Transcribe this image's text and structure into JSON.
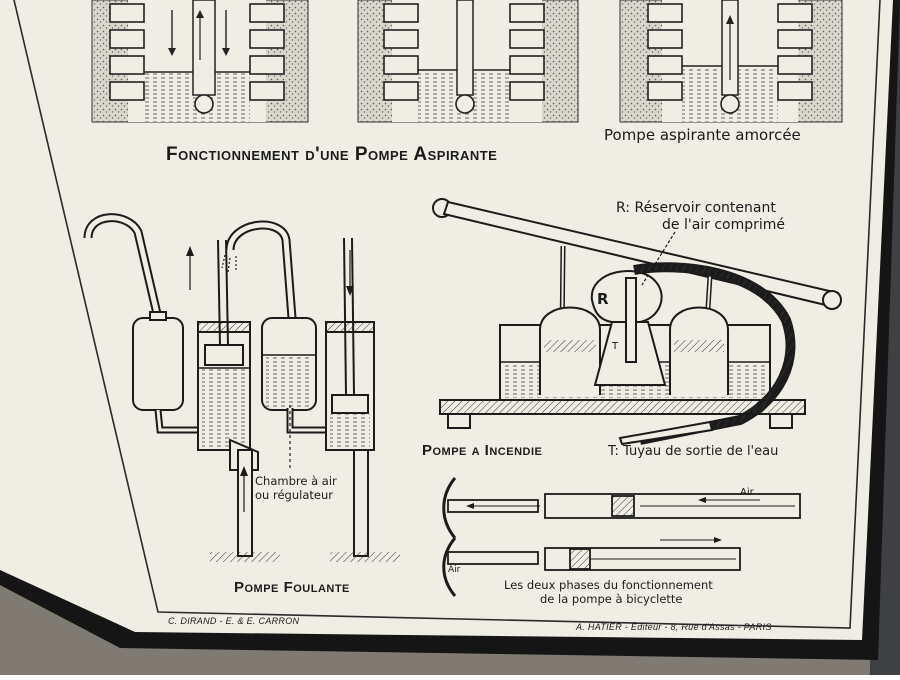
{
  "poster": {
    "title": "Fonctionnement d'une Pompe Aspirante",
    "top_caption": "Pompe aspirante amorcée",
    "fire_pump": {
      "title": "Pompe a Incendie",
      "reservoir_line1": "R: Réservoir contenant",
      "reservoir_line2": "de l'air comprimé",
      "letter_r": "R",
      "letter_t": "T",
      "outlet_label": "T: Tuyau de sortie de l'eau"
    },
    "force_pump": {
      "title": "Pompe Foulante",
      "chamber_line1": "Chambre à air",
      "chamber_line2": "ou régulateur"
    },
    "bicycle": {
      "air_label_top": "Air",
      "air_label_bottom": "Air",
      "caption_line1": "Les deux phases du fonctionnement",
      "caption_line2": "de la pompe à bicyclette"
    },
    "footer": {
      "left": "C. DIRAND - E. & E. CARRON",
      "right": "A. HATIER - Éditeur - 8, Rue d'Assas - PARIS"
    }
  },
  "colors": {
    "paper": "#efede4",
    "ink": "#1b1b1b",
    "frame": "#1a1a1a",
    "wall": "#4a4b4d",
    "floor": "#7d7870"
  }
}
